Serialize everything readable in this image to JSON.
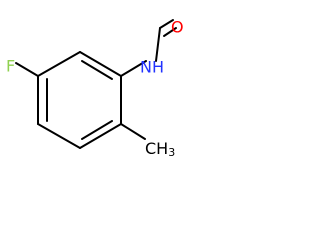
{
  "molecule": {
    "atoms": {
      "fluorine": {
        "symbol": "F",
        "color": "#8fd14f"
      },
      "nitrogen": {
        "symbol": "NH",
        "color": "#2233ff"
      },
      "oxygen": {
        "symbol": "O",
        "color": "#ff0000"
      },
      "methyl": {
        "symbol": "CH",
        "subscript": "3",
        "color": "#000000"
      }
    },
    "bond_color": "#000000",
    "background_color": "#ffffff"
  }
}
